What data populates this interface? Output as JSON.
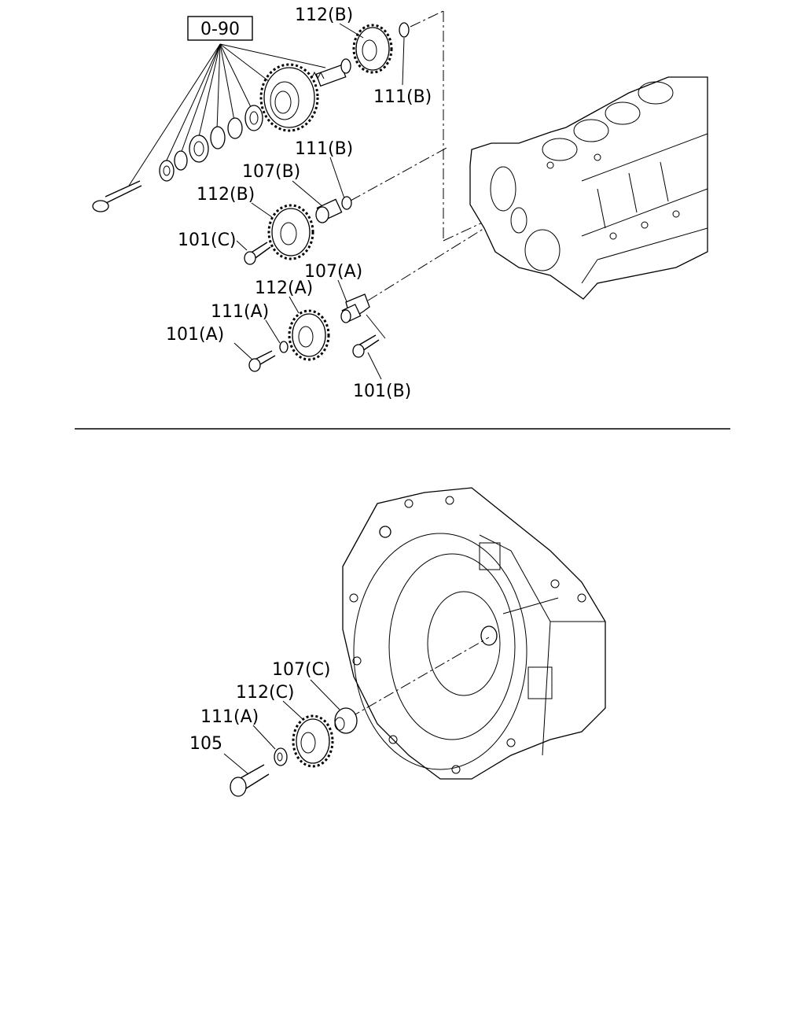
{
  "diagram": {
    "upper_view": {
      "assembly_box": "0-90",
      "callouts": {
        "gear_top": "112(B)",
        "washer_top": "111(B)",
        "washer_mid": "111(B)",
        "shaft_mid": "107(B)",
        "gear_mid": "112(B)",
        "bolt_mid": "101(C)",
        "shaft_low": "107(A)",
        "gear_low": "112(A)",
        "washer_low": "111(A)",
        "bolt_low": "101(A)",
        "bolt_flange": "101(B)"
      }
    },
    "lower_view": {
      "callouts": {
        "shaft": "107(C)",
        "gear": "112(C)",
        "washer": "111(A)",
        "bolt": "105"
      }
    }
  }
}
